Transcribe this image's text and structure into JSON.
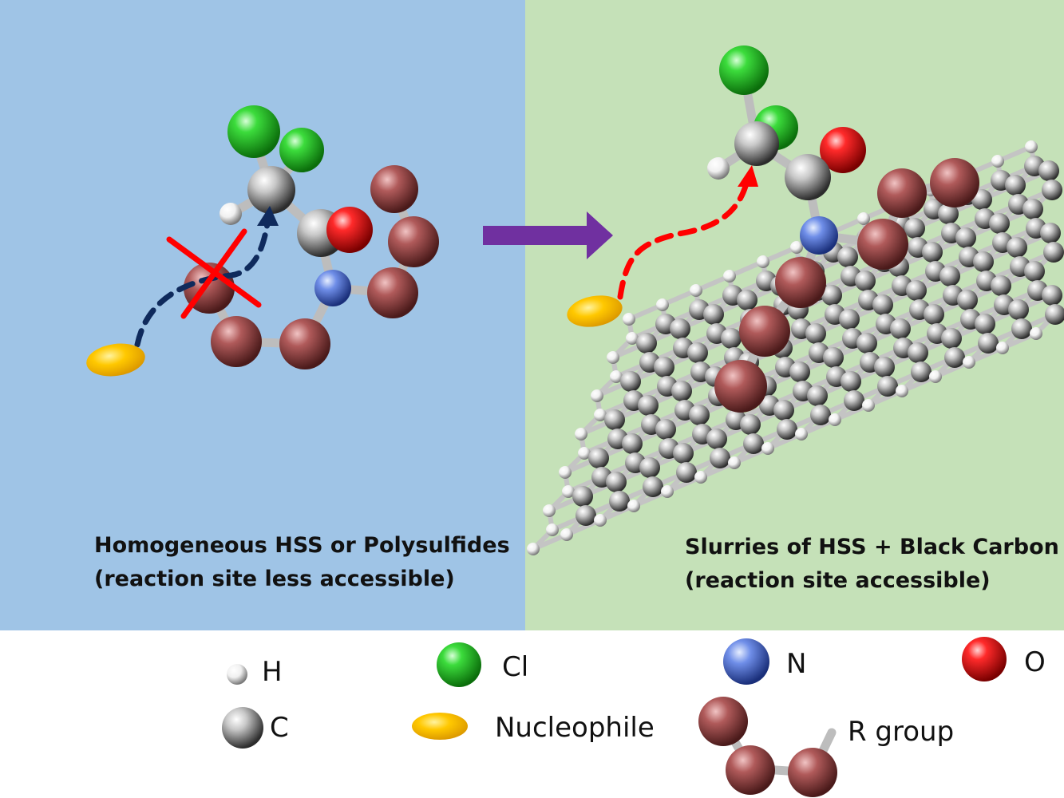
{
  "colors": {
    "left_panel": "#9fc4e6",
    "right_panel": "#c5e1b8",
    "arrow": "#7030a0",
    "blocked_path": "#0f2a5c",
    "open_path": "#ff0000",
    "cross": "#ff0000"
  },
  "panels": {
    "left": {
      "caption_line1": "Homogeneous HSS or Polysulfides",
      "caption_line2": "(reaction site less accessible)"
    },
    "right": {
      "caption_line1": "Slurries of HSS + Black Carbon",
      "caption_line2": "(reaction site accessible)"
    }
  },
  "legend": {
    "hydrogen": "H",
    "carbon": "C",
    "chlorine": "Cl",
    "nucleophile": "Nucleophile",
    "nitrogen": "N",
    "r_group": "R group",
    "oxygen": "O"
  }
}
